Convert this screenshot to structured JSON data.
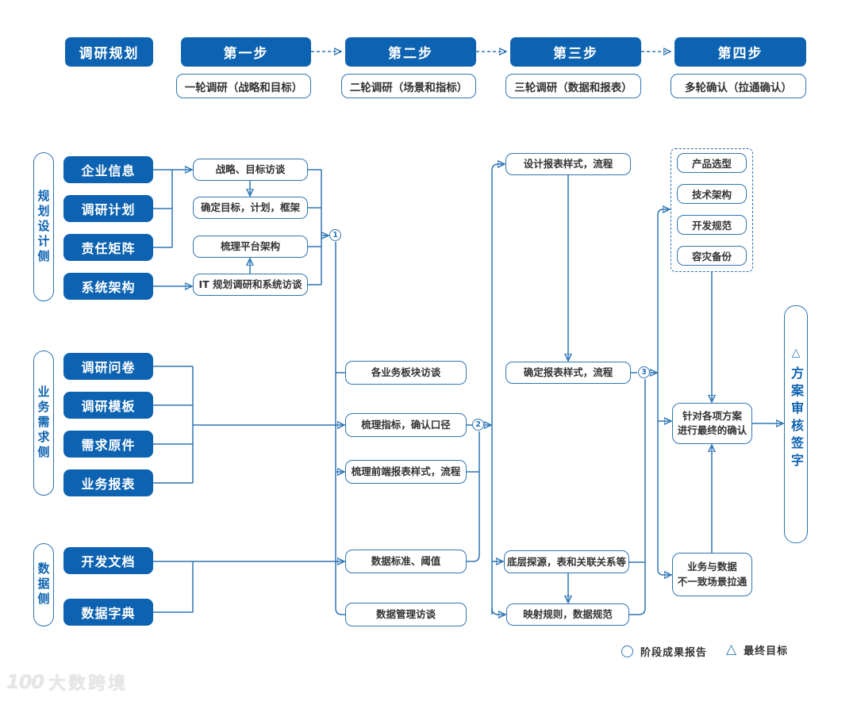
{
  "colors": {
    "primary": "#0d63b1",
    "line": "#2e75b6",
    "text": "#333333"
  },
  "header": {
    "plan": "调研规划",
    "steps": [
      {
        "label": "第一步",
        "sub": "一轮调研（战略和目标）"
      },
      {
        "label": "第二步",
        "sub": "二轮调研（场景和指标）"
      },
      {
        "label": "第三步",
        "sub": "三轮调研（数据和报表）"
      },
      {
        "label": "第四步",
        "sub": "多轮确认（拉通确认）"
      }
    ]
  },
  "groups": [
    {
      "label": "规划设计侧",
      "items": [
        "企业信息",
        "调研计划",
        "责任矩阵",
        "系统架构"
      ]
    },
    {
      "label": "业务需求侧",
      "items": [
        "调研问卷",
        "调研模板",
        "需求原件",
        "业务报表"
      ]
    },
    {
      "label": "数据侧",
      "items": [
        "开发文档",
        "数据字典"
      ]
    }
  ],
  "round1": [
    "战略、目标访谈",
    "确定目标，计划，框架",
    "梳理平台架构",
    "IT 规划调研和系统访谈"
  ],
  "round2": [
    "各业务板块访谈",
    "梳理指标，确认口径",
    "梳理前端报表样式，流程",
    "数据标准、阈值",
    "数据管理访谈"
  ],
  "round3": [
    "设计报表样式，流程",
    "确定报表样式，流程",
    "底层探源，表和关联关系等",
    "映射规则，数据规范"
  ],
  "round4": {
    "solutions": [
      "产品选型",
      "技术架构",
      "开发规范",
      "容灾备份"
    ],
    "confirm": [
      "针对各项方案",
      "进行最终的确认"
    ],
    "align": [
      "业务与数据",
      "不一致场景拉通"
    ],
    "signoff": "方案审核签字",
    "signoff_symbol": "△"
  },
  "milestones": [
    "1",
    "2",
    "3"
  ],
  "legend": [
    {
      "symbol": "circle",
      "label": "阶段成果报告"
    },
    {
      "symbol": "triangle",
      "label": "最终目标"
    }
  ],
  "watermark_logo": "100",
  "watermark": "大数跨境"
}
